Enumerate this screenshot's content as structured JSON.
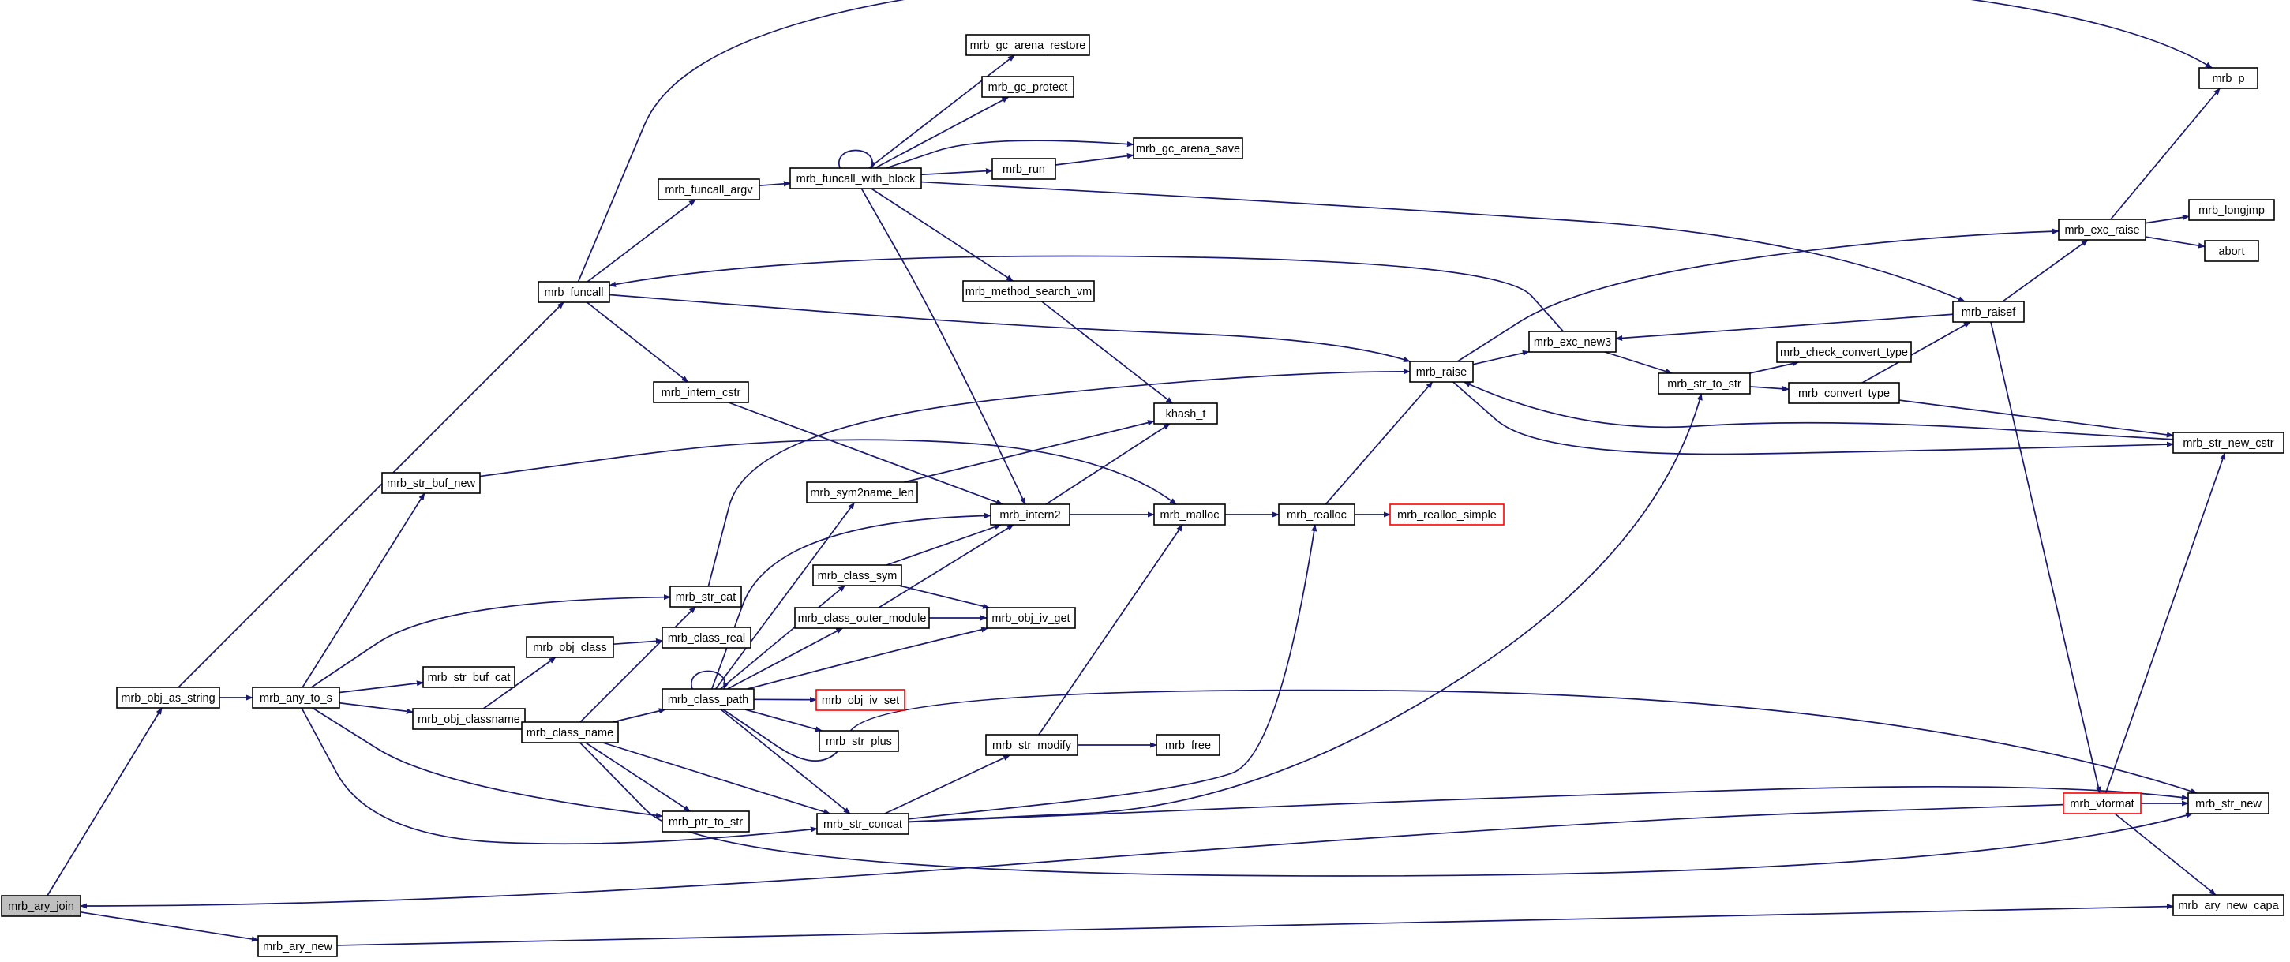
{
  "colors": {
    "edge": "#191970",
    "highlight_border": "#ff0000",
    "start_fill": "#bfbfbf",
    "node_border": "#000000"
  },
  "nodes": {
    "mrb_ary_join": "mrb_ary_join",
    "mrb_obj_as_string": "mrb_obj_as_string",
    "mrb_ary_new": "mrb_ary_new",
    "mrb_funcall": "mrb_funcall",
    "mrb_any_to_s": "mrb_any_to_s",
    "mrb_funcall_argv": "mrb_funcall_argv",
    "mrb_intern_cstr": "mrb_intern_cstr",
    "mrb_str_buf_new": "mrb_str_buf_new",
    "mrb_str_cat": "mrb_str_cat",
    "mrb_str_buf_cat": "mrb_str_buf_cat",
    "mrb_obj_classname": "mrb_obj_classname",
    "mrb_ptr_to_str": "mrb_ptr_to_str",
    "mrb_str_concat": "mrb_str_concat",
    "mrb_obj_class": "mrb_obj_class",
    "mrb_class_name": "mrb_class_name",
    "mrb_class_real": "mrb_class_real",
    "mrb_class_path": "mrb_class_path",
    "mrb_funcall_with_block": "mrb_funcall_with_block",
    "mrb_sym2name_len": "mrb_sym2name_len",
    "mrb_class_sym": "mrb_class_sym",
    "mrb_class_outer_module": "mrb_class_outer_module",
    "mrb_obj_iv_set": "mrb_obj_iv_set",
    "mrb_str_plus": "mrb_str_plus",
    "mrb_str_modify": "mrb_str_modify",
    "mrb_gc_arena_restore": "mrb_gc_arena_restore",
    "mrb_gc_protect": "mrb_gc_protect",
    "mrb_gc_arena_save": "mrb_gc_arena_save",
    "mrb_run": "mrb_run",
    "mrb_method_search_vm": "mrb_method_search_vm",
    "mrb_intern2": "mrb_intern2",
    "mrb_obj_iv_get": "mrb_obj_iv_get",
    "mrb_free": "mrb_free",
    "khash_t": "khash_t",
    "mrb_malloc": "mrb_malloc",
    "mrb_realloc": "mrb_realloc",
    "mrb_realloc_simple": "mrb_realloc_simple",
    "mrb_raise": "mrb_raise",
    "mrb_exc_new3": "mrb_exc_new3",
    "mrb_str_to_str": "mrb_str_to_str",
    "mrb_check_convert_type": "mrb_check_convert_type",
    "mrb_convert_type": "mrb_convert_type",
    "mrb_raisef": "mrb_raisef",
    "mrb_vformat": "mrb_vformat",
    "mrb_exc_raise": "mrb_exc_raise",
    "mrb_p": "mrb_p",
    "mrb_longjmp": "mrb_longjmp",
    "abort": "abort",
    "mrb_str_new_cstr": "mrb_str_new_cstr",
    "mrb_str_new": "mrb_str_new",
    "mrb_ary_new_capa": "mrb_ary_new_capa"
  }
}
